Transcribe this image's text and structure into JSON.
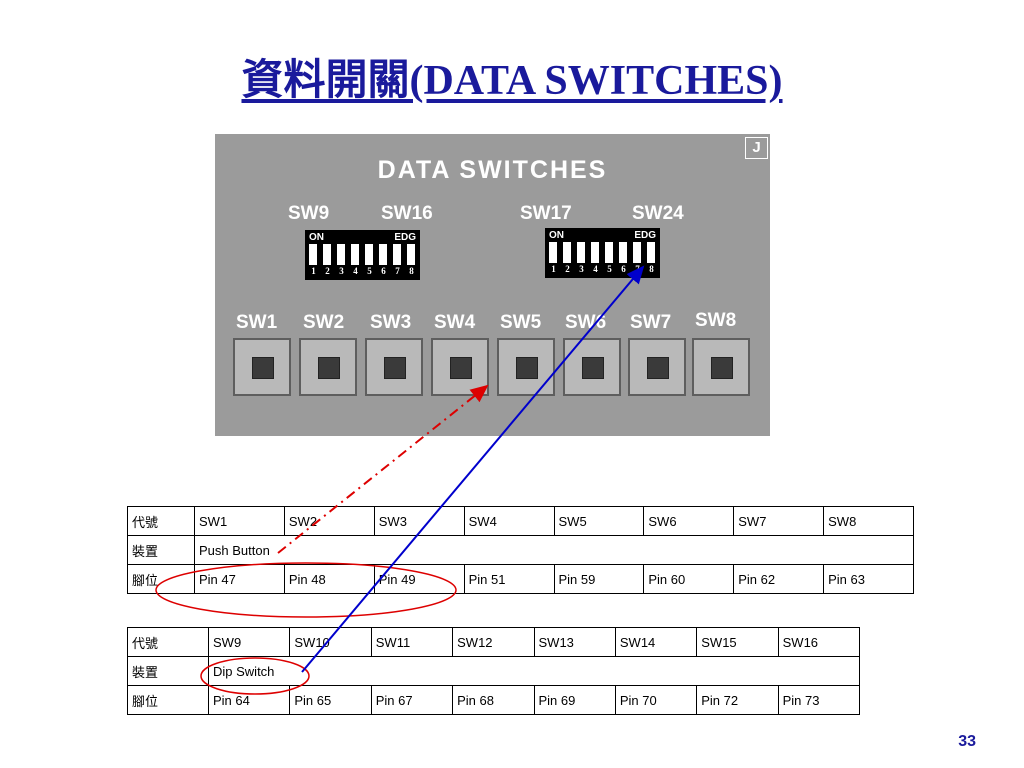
{
  "slide": {
    "title": "資料開關(DATA SWITCHES)",
    "page_number": "33"
  },
  "board": {
    "corner_label": "J",
    "title": "DATA SWITCHES",
    "dip_group_labels": [
      "SW9",
      "SW16",
      "SW17",
      "SW24"
    ],
    "dip_on_label": "ON",
    "dip_edg_label": "EDG",
    "dip_numbers": [
      "1",
      "2",
      "3",
      "4",
      "5",
      "6",
      "7",
      "8"
    ],
    "push_labels": [
      "SW1",
      "SW2",
      "SW3",
      "SW4",
      "SW5",
      "SW6",
      "SW7",
      "SW8"
    ]
  },
  "push_table": {
    "rows": [
      [
        "代號",
        "SW1",
        "SW2",
        "SW3",
        "SW4",
        "SW5",
        "SW6",
        "SW7",
        "SW8"
      ],
      [
        "裝置",
        "Push Button"
      ],
      [
        "腳位",
        "Pin 47",
        "Pin 48",
        "Pin 49",
        "Pin 51",
        "Pin 59",
        "Pin 60",
        "Pin 62",
        "Pin 63"
      ]
    ]
  },
  "dip_table": {
    "rows": [
      [
        "代號",
        "SW9",
        "SW10",
        "SW11",
        "SW12",
        "SW13",
        "SW14",
        "SW15",
        "SW16"
      ],
      [
        "裝置",
        "Dip Switch"
      ],
      [
        "腳位",
        "Pin 64",
        "Pin 65",
        "Pin 67",
        "Pin 68",
        "Pin 69",
        "Pin 70",
        "Pin 72",
        "Pin 73"
      ]
    ]
  },
  "colors": {
    "title": "#1a1a9c",
    "board": "#9b9b9b",
    "connector_solid": "#0000cc",
    "connector_dashed": "#dd0000",
    "highlight_ellipse": "#dd0000"
  }
}
